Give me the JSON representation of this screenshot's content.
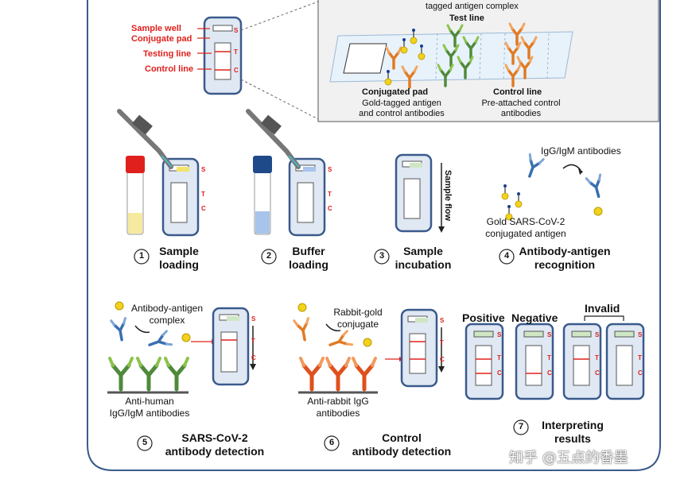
{
  "overview": {
    "labels": [
      "Sample well",
      "Conjugate pad",
      "Testing line",
      "Control line"
    ],
    "strip_letters": [
      "S",
      "T",
      "C"
    ],
    "zoom_partial_text": "tagged antigen complex",
    "test_line": "Test line",
    "conjugated_pad_title": "Conjugated pad",
    "conjugated_pad_desc": [
      "Gold-tagged antigen",
      "and control antibodies"
    ],
    "control_line_title": "Control line",
    "control_line_desc": [
      "Pre-attached control",
      "antibodies"
    ]
  },
  "steps": [
    {
      "number": "1",
      "title": [
        "Sample",
        "loading"
      ]
    },
    {
      "number": "2",
      "title": [
        "Buffer",
        "loading"
      ]
    },
    {
      "number": "3",
      "title": [
        "Sample",
        "incubation"
      ]
    },
    {
      "number": "4",
      "title": [
        "Antibody-antigen",
        "recognition"
      ]
    },
    {
      "number": "5",
      "title": [
        "SARS-CoV-2",
        "antibody detection"
      ]
    },
    {
      "number": "6",
      "title": [
        "Control",
        "antibody detection"
      ]
    },
    {
      "number": "7",
      "title": [
        "Interpreting",
        "results"
      ]
    }
  ],
  "step3_flow": "Sample flow",
  "step4": {
    "igg_label": "IgG/IgM antibodies",
    "gold_label": [
      "Gold SARS-CoV-2",
      "conjugated antigen"
    ]
  },
  "step5": {
    "complex_label": [
      "Antibody-antigen",
      "complex"
    ],
    "anti_human": [
      "Anti-human",
      "IgG/IgM antibodies"
    ]
  },
  "step6": {
    "rabbit_gold": [
      "Rabbit-gold",
      "conjugate"
    ],
    "anti_rabbit": [
      "Anti-rabbit IgG",
      "antibodies"
    ]
  },
  "results": {
    "positive": "Positive",
    "negative": "Negative",
    "invalid": "Invalid"
  },
  "watermark": "知乎 @五点的香墨",
  "colors": {
    "red": "#e0201c",
    "blue_cassette": "#3a5a8c",
    "cassette_fill": "#dfe8f3",
    "green_ab": "#4f8a3a",
    "orange_ab": "#e07b24",
    "blue_ab": "#3a6fb0",
    "gold": "#f2d21b"
  }
}
